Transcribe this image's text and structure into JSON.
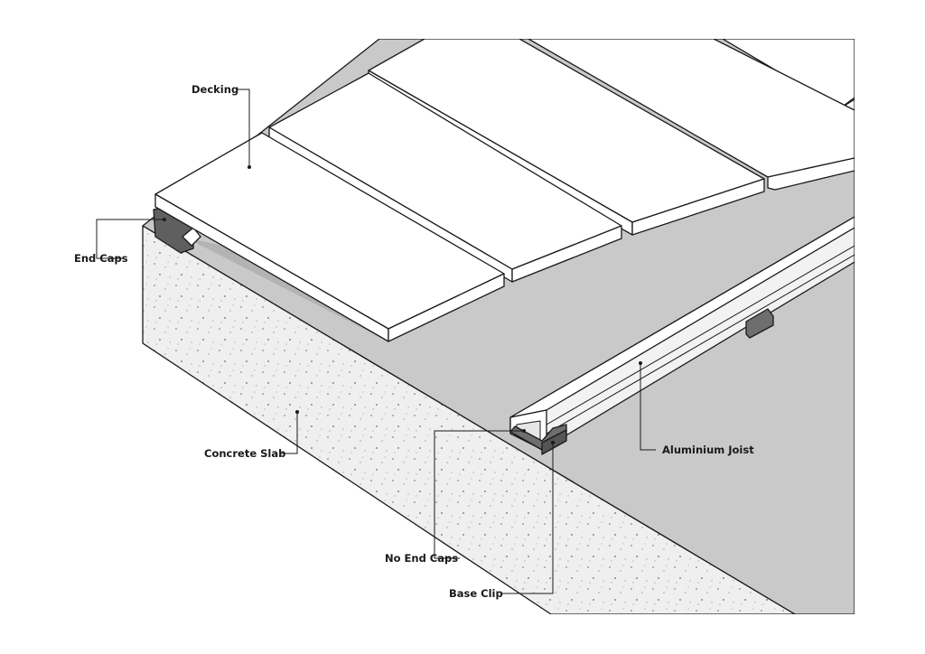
{
  "labels": {
    "decking": "Decking",
    "end_caps": "End Caps",
    "concrete_slab": "Concrete Slab",
    "aluminium_joist": "Aluminium Joist",
    "no_end_caps": "No End Caps",
    "base_clip": "Base Clip"
  },
  "colors": {
    "slab_top": "#c9c9c9",
    "slab_face": "#efefef",
    "board": "#ffffff",
    "clip": "#6e6e6e",
    "line": "#1a1a1a"
  }
}
